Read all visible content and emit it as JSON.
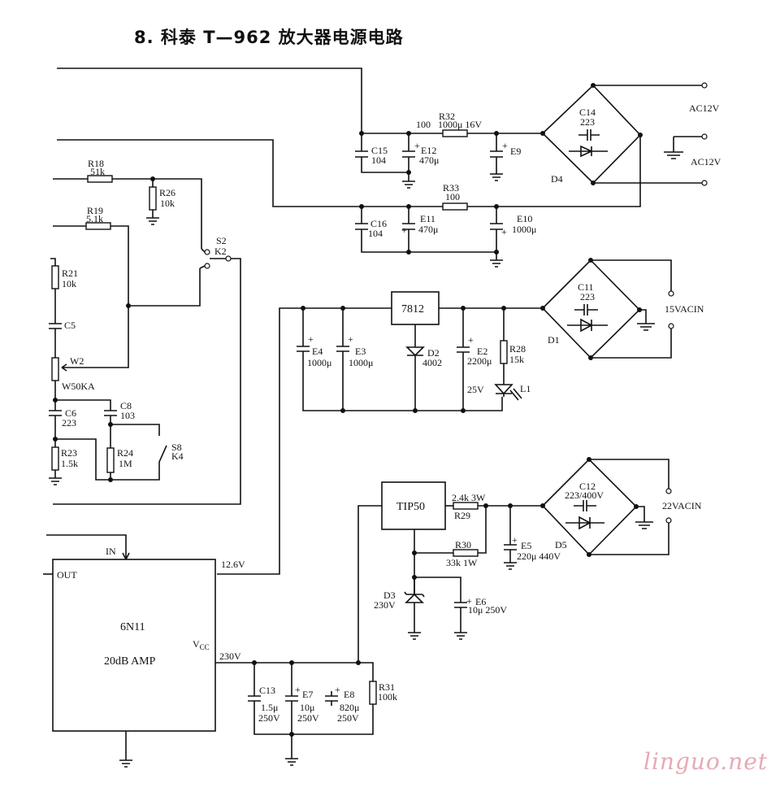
{
  "title": "8. 科泰 T—962 放大器电源电路",
  "watermark": "linguo.net",
  "labels": {
    "ac12v_top": "AC12V",
    "ac12v_bot": "AC12V",
    "vac15": "15VACIN",
    "vac22": "22VACIN",
    "v12_6": "12.6V",
    "v230": "230V",
    "v25": "25V",
    "in": "IN",
    "out": "OUT",
    "vcc": "V",
    "vcc_sub": "CC"
  },
  "components": {
    "R32": {
      "ref": "R32",
      "val": "100",
      "extra": "1000μ 16V"
    },
    "R33": {
      "ref": "R33",
      "val": "100"
    },
    "C15": {
      "ref": "C15",
      "val": "104"
    },
    "C16": {
      "ref": "C16",
      "val": "104"
    },
    "E12": {
      "ref": "E12",
      "val": "470μ"
    },
    "E11": {
      "ref": "E11",
      "val": "470μ"
    },
    "E9": {
      "ref": "E9",
      "val": ""
    },
    "E10": {
      "ref": "E10",
      "val": "1000μ"
    },
    "D4": {
      "ref": "D4"
    },
    "C14": {
      "ref": "C14",
      "val": "223"
    },
    "R18": {
      "ref": "R18",
      "val": "51k"
    },
    "R19": {
      "ref": "R19",
      "val": "5.1k"
    },
    "R26": {
      "ref": "R26",
      "val": "10k"
    },
    "R21": {
      "ref": "R21",
      "val": "10k"
    },
    "C5": {
      "ref": "C5"
    },
    "W2": {
      "ref": "W2",
      "val": "W50KA"
    },
    "C6": {
      "ref": "C6",
      "val": "223"
    },
    "C8": {
      "ref": "C8",
      "val": "103"
    },
    "R23": {
      "ref": "R23",
      "val": "1.5k"
    },
    "R24": {
      "ref": "R24",
      "val": "1M"
    },
    "S2": {
      "ref": "S2",
      "val": "K2"
    },
    "S8": {
      "ref": "S8",
      "val": "K4"
    },
    "U7812": {
      "ref": "7812"
    },
    "E4": {
      "ref": "E4",
      "val": "1000μ"
    },
    "E3": {
      "ref": "E3",
      "val": "1000μ"
    },
    "D2": {
      "ref": "D2",
      "val": "4002"
    },
    "E2": {
      "ref": "E2",
      "val": "2200μ"
    },
    "R28": {
      "ref": "R28",
      "val": "15k"
    },
    "L1": {
      "ref": "L1"
    },
    "D1": {
      "ref": "D1"
    },
    "C11": {
      "ref": "C11",
      "val": "223"
    },
    "TIP50": {
      "ref": "TIP50"
    },
    "R29": {
      "ref": "R29",
      "val": "2.4k 3W"
    },
    "R30": {
      "ref": "R30",
      "val": "33k 1W"
    },
    "E5": {
      "ref": "E5",
      "val": "220μ 440V"
    },
    "D5": {
      "ref": "D5"
    },
    "C12": {
      "ref": "C12",
      "val": "223/400V"
    },
    "D3": {
      "ref": "D3",
      "val": "230V"
    },
    "E6": {
      "ref": "E6",
      "val": "10μ 250V"
    },
    "AMP": {
      "ref": "6N11",
      "val": "20dB AMP"
    },
    "C13": {
      "ref": "C13",
      "val": "1.5μ",
      "volt": "250V"
    },
    "E7": {
      "ref": "E7",
      "val": "10μ",
      "volt": "250V"
    },
    "E8": {
      "ref": "E8",
      "val": "820μ",
      "volt": "250V"
    },
    "R31": {
      "ref": "R31",
      "val": "100k"
    }
  }
}
